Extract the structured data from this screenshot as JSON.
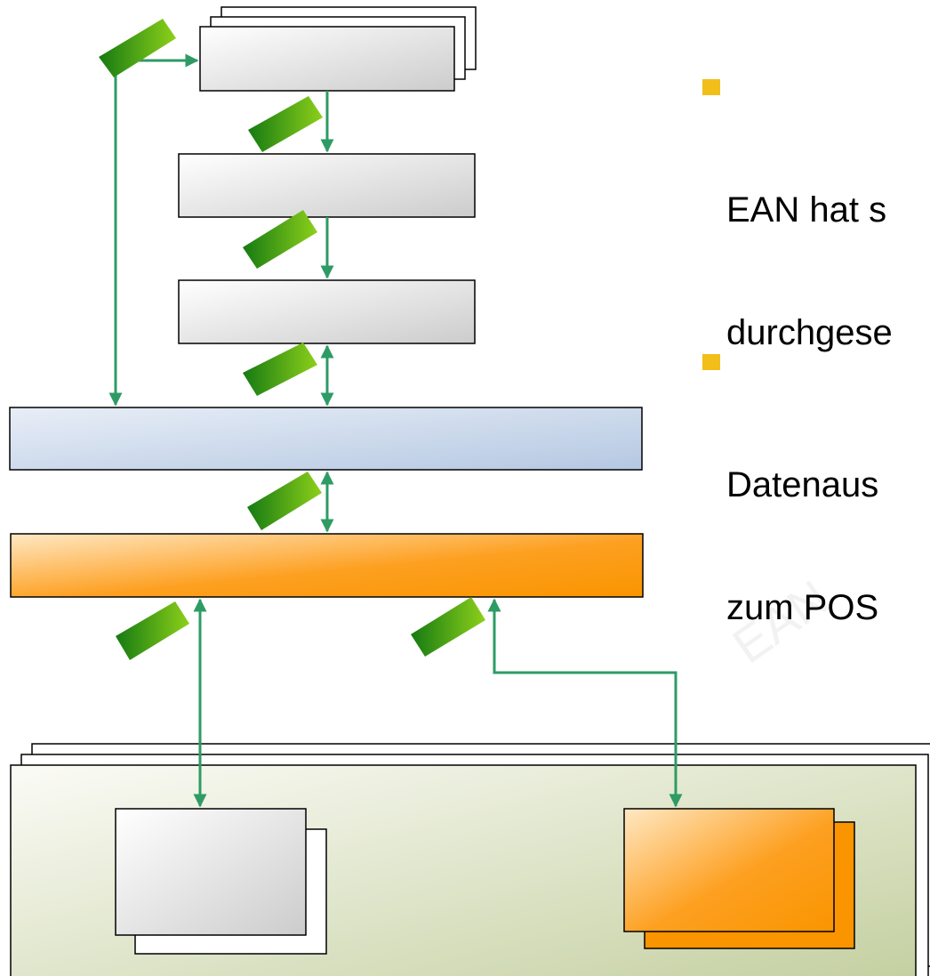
{
  "bullets": [
    {
      "line1": "EAN hat s",
      "line2": "durchgese"
    },
    {
      "line1": "Datenaus",
      "line2": "zum POS"
    }
  ],
  "watermark": "EAN",
  "colors": {
    "gray_box": "#d0d0d0",
    "blue_bar": "#b8cbe3",
    "orange_bar": "#fb9a04",
    "green_panel": "#c3cf9f",
    "arrow": "#2e9b64",
    "connector_tag": "#3b9a1a",
    "bullet_mark": "#f2be1a"
  },
  "icons": [
    "connector-tag-icon",
    "arrow-icon"
  ]
}
